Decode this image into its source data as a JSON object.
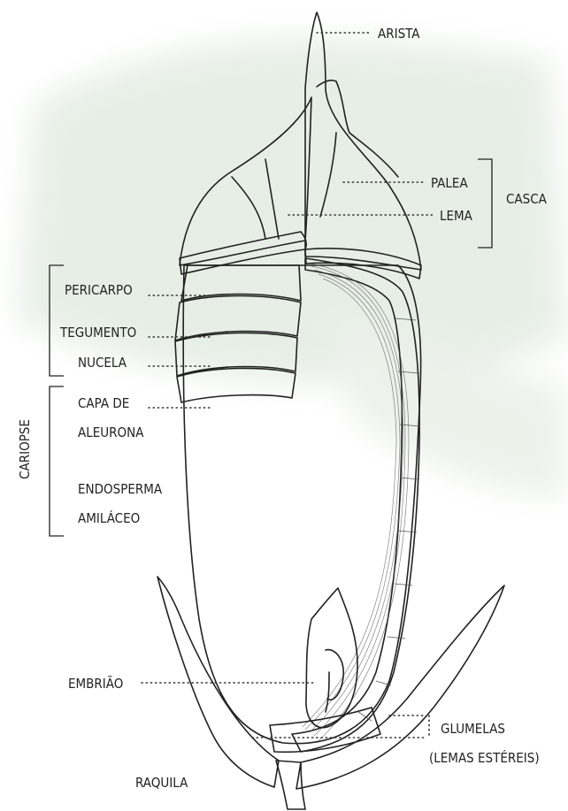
{
  "labels": {
    "arista": "ARISTA",
    "palea": "PALEA",
    "lema": "LEMA",
    "casca": "CASCA",
    "pericarpo": "PERICARPO",
    "tegumento": "TEGUMENTO",
    "nucela": "NUCELA",
    "capa_de_1": "CAPA DE",
    "capa_de_2": "ALEURONA",
    "endosperma_1": "ENDOSPERMA",
    "endosperma_2": "AMILÁCEO",
    "cariopse": "CARIOPSE",
    "embriao": "EMBRIÃO",
    "glumelas_1": "GLUMELAS",
    "glumelas_2": "(LEMAS ESTÉREIS)",
    "raquila": "RAQUILA"
  },
  "colors": {
    "husk": "#f8e2b2",
    "husk_band": "#f5cc72",
    "glume": "#f8ecd0",
    "embryo": "#f1c763",
    "background_wash": "#dfe9de"
  }
}
